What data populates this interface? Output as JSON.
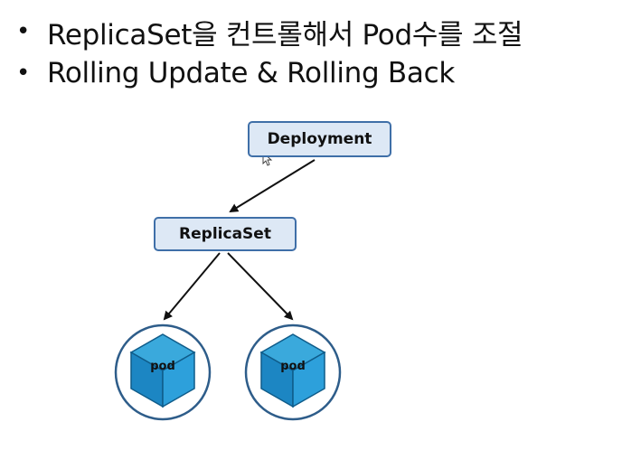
{
  "slide": {
    "bullets": [
      "ReplicaSet을 컨트롤해서 Pod수를 조절",
      "Rolling Update & Rolling Back"
    ],
    "bullet_marker": "•"
  },
  "diagram": {
    "deployment_label": "Deployment",
    "replicaset_label": "ReplicaSet",
    "pods": [
      "pod",
      "pod"
    ],
    "colors": {
      "node_fill": "#dde8f5",
      "node_border": "#3f6fa8",
      "pod_circle_border": "#2e5d8a",
      "cube_top": "#3aa9dc",
      "cube_left": "#1c86c3",
      "cube_right": "#2da0db"
    }
  }
}
